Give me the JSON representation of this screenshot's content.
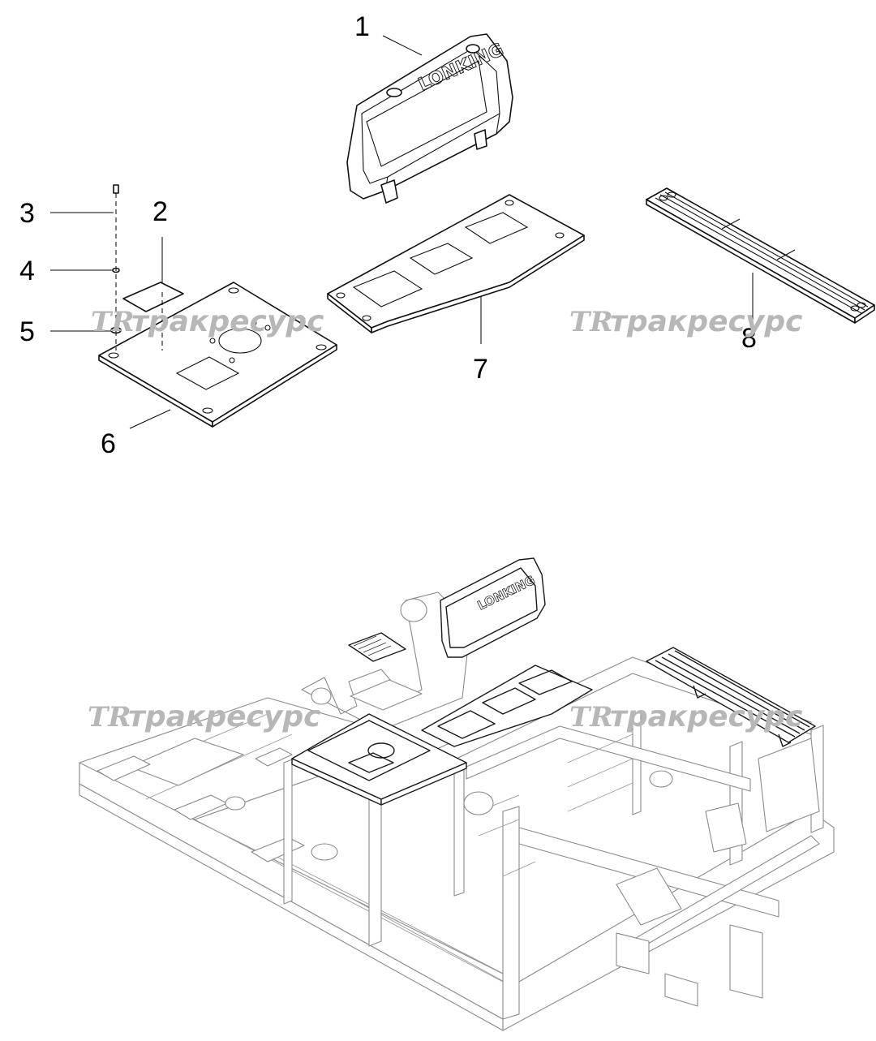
{
  "callouts": [
    {
      "id": "1",
      "label": "1"
    },
    {
      "id": "2",
      "label": "2"
    },
    {
      "id": "3",
      "label": "3"
    },
    {
      "id": "4",
      "label": "4"
    },
    {
      "id": "5",
      "label": "5"
    },
    {
      "id": "6",
      "label": "6"
    },
    {
      "id": "7",
      "label": "7"
    },
    {
      "id": "8",
      "label": "8"
    }
  ],
  "watermark": {
    "logo": "TR",
    "text": "тракресурс"
  },
  "colors": {
    "line": "#111111",
    "frame_line": "#8a8a8a",
    "watermark": "#b7b7b7",
    "background": "#ffffff"
  }
}
